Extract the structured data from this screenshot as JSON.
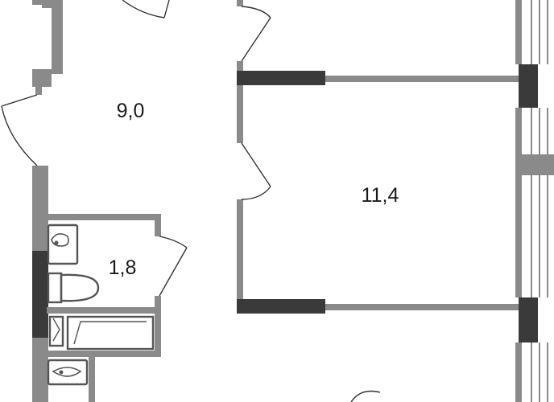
{
  "rooms": [
    {
      "id": "hall",
      "area": "9,0"
    },
    {
      "id": "bedroom",
      "area": "11,4"
    },
    {
      "id": "bathroom",
      "area": "1,8"
    }
  ],
  "colors": {
    "wall": "#8a8a8a",
    "wall_dark": "#3a3a3a",
    "fixture": "#555555",
    "door": "#333333"
  }
}
